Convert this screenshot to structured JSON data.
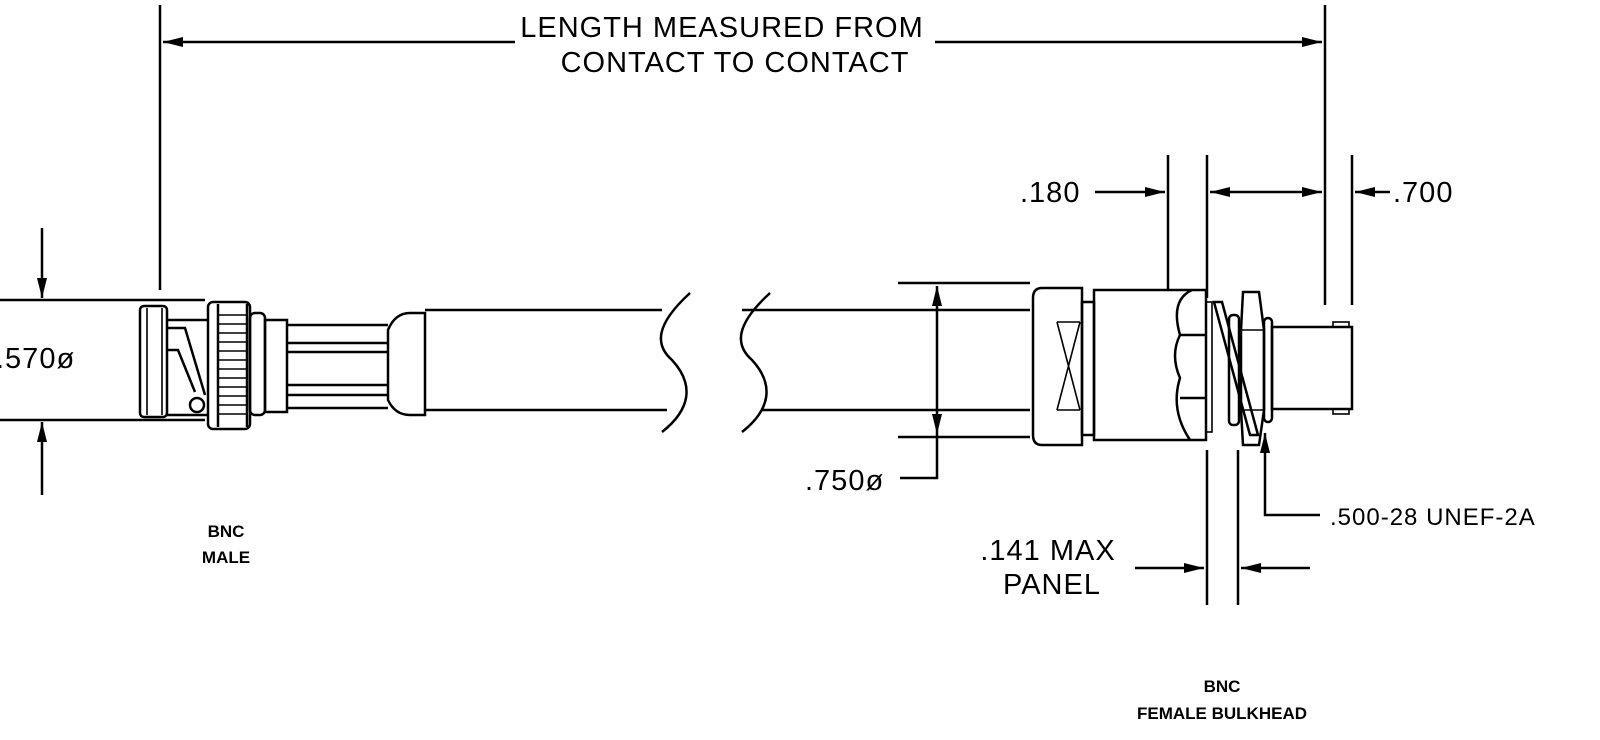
{
  "title_dimension": {
    "line1": "LENGTH MEASURED FROM",
    "line2": "CONTACT TO CONTACT"
  },
  "dimensions": {
    "male_diameter": ".570ø",
    "cable_diameter": ".750ø",
    "nut_width": ".180",
    "body_length": ".700",
    "panel_line1": ".141 MAX",
    "panel_line2": "PANEL",
    "thread": ".500-28 UNEF-2A"
  },
  "labels": {
    "male_line1": "BNC",
    "male_line2": "MALE",
    "female_line1": "BNC",
    "female_line2": "FEMALE BULKHEAD"
  }
}
